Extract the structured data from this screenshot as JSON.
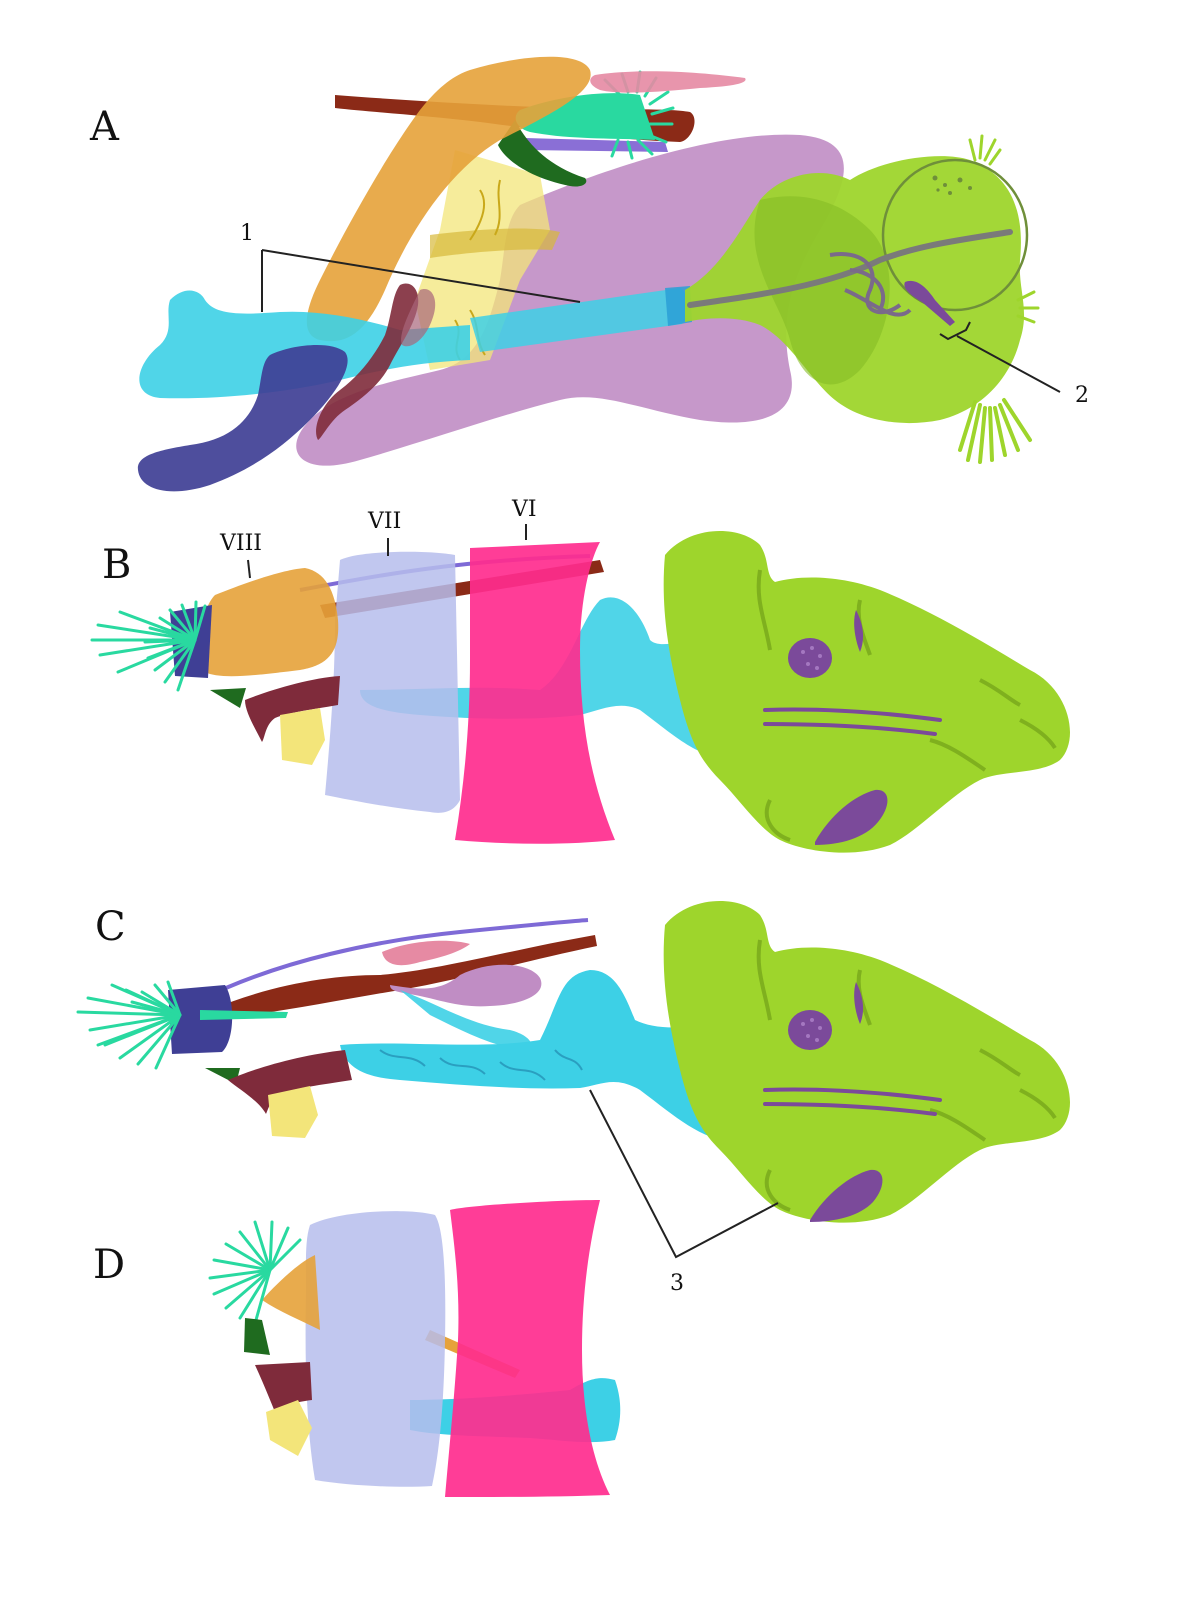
{
  "panels": {
    "a": "A",
    "b": "B",
    "c": "C",
    "d": "D"
  },
  "callouts": {
    "one": "1",
    "two": "2",
    "three": "3"
  },
  "segments": {
    "viii": "VIII",
    "vii": "VII",
    "vi": "VI"
  },
  "colors": {
    "cyan": "#3dd0e6",
    "lime": "#9ed52c",
    "mauve": "#c08dc4",
    "orange": "#e6a23a",
    "navy": "#3f3f95",
    "maroon": "#7f2b3b",
    "magenta": "#ff2d8e",
    "lavender": "#b6bdec",
    "mint": "#29d9a0",
    "brown": "#8b2a17",
    "pink": "#e68aa3",
    "yellow": "#f3e57a",
    "dark-green": "#1f6b1f",
    "purple": "#7b4a9a"
  }
}
